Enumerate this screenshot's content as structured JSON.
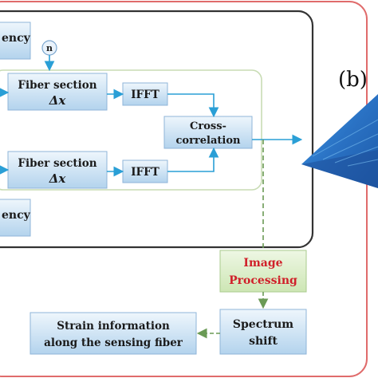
{
  "panel_label": "(b)",
  "n_label": "n",
  "freq_top": "ency",
  "freq_bottom": "ency",
  "fiber_top": {
    "line1": "Fiber section",
    "line2": "Δx"
  },
  "fiber_bottom": {
    "line1": "Fiber section",
    "line2": "Δx"
  },
  "ifft_top": "IFFT",
  "ifft_bottom": "IFFT",
  "cross": {
    "line1": "Cross-",
    "line2": "correlation"
  },
  "image_proc": {
    "line1": "Image",
    "line2": "Processing"
  },
  "spectrum": {
    "line1": "Spectrum",
    "line2": "shift"
  },
  "strain": {
    "line1": "Strain information",
    "line2": "along the sensing fiber"
  },
  "colors": {
    "outer_border": "#e06b6b",
    "inner_border": "#333333",
    "green_border": "#c8dcb4",
    "box_fill_top": "#eaf3fb",
    "box_fill_bottom": "#b9d6ee",
    "box_edge": "#8fb5d8",
    "arrow_blue": "#2a9fd6",
    "arrow_green": "#6a9a55",
    "image_red": "#d0202a",
    "image_fill": "#d7ecc2",
    "surface_blue": "#2f7fd0"
  }
}
